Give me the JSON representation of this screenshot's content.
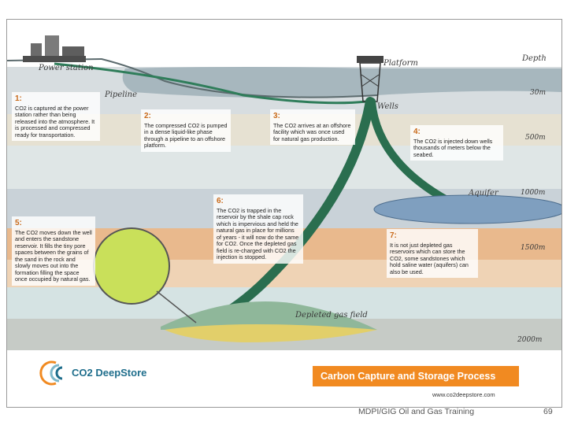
{
  "diagram": {
    "labels": {
      "power_station": "Power station",
      "pipeline": "Pipeline",
      "platform": "Platform",
      "wells": "Wells",
      "aquifer": "Aquifer",
      "depleted_gas_field": "Depleted gas field",
      "depth": "Depth",
      "depth_30": "30m",
      "depth_500": "500m",
      "depth_1000": "1000m",
      "depth_1500": "1500m",
      "depth_2000": "2000m"
    },
    "steps": [
      {
        "num": "1:",
        "text": "CO2 is captured at the power station rather than being released into the atmosphere. It is processed and compressed ready for transportation."
      },
      {
        "num": "2:",
        "text": "The compressed CO2 is pumped in a dense liquid-like phase through a pipeline to an offshore platform."
      },
      {
        "num": "3:",
        "text": "The CO2 arrives at an offshore facility which was once used for natural gas production."
      },
      {
        "num": "4:",
        "text": "The CO2 is injected down wells thousands of meters below the seabed."
      },
      {
        "num": "5:",
        "text": "The CO2 moves down the well and enters the sandstone reservoir. It fills the tiny pore spaces between the grains of the sand in the rock and slowly moves out into the formation filling the space once occupied by natural gas."
      },
      {
        "num": "6:",
        "text": "The CO2 is trapped in the reservoir by the shale cap rock which is impervious and held the natural gas in place for millions of years - it will now do the same for CO2. Once the depleted gas field is re-charged with CO2 the injection is stopped."
      },
      {
        "num": "7:",
        "text": "It is not just depleted gas reservoirs which can store the CO2, some sandstones which hold saline water (aquifers) can also be used."
      }
    ],
    "logo": "CO2 DeepStore",
    "banner": "Carbon Capture and Storage Process",
    "url": "www.co2deepstore.com"
  },
  "footer": {
    "center": "MDPI/GIG Oil and Gas Training",
    "page": "69"
  },
  "colors": {
    "sea": "#b9c3c7",
    "orange_layer": "#e8b98a",
    "green_layer": "#8fb79a",
    "aquifer": "#7f9fbf",
    "pipe": "#2f7d5a",
    "banner": "#f18a21"
  }
}
